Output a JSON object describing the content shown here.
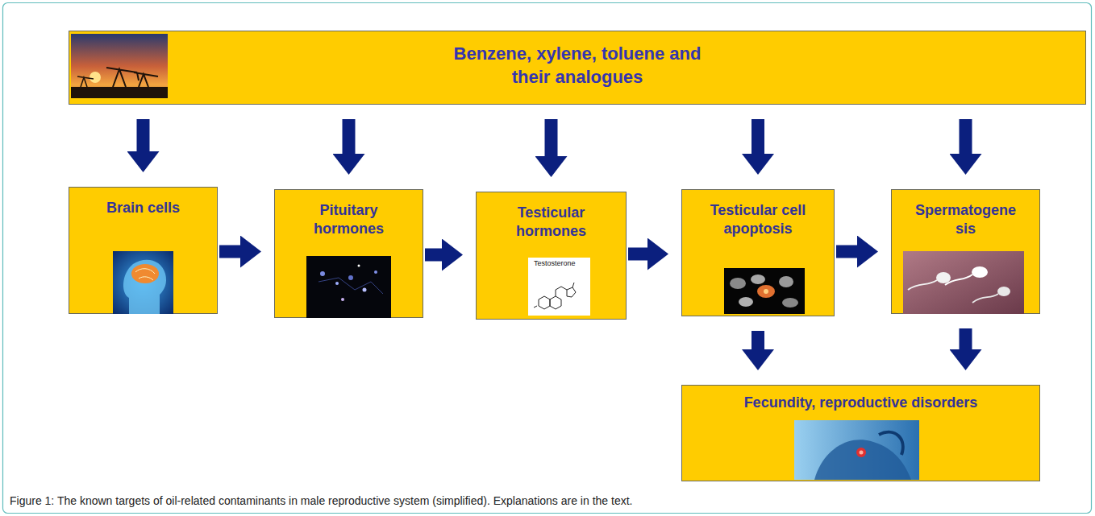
{
  "diagram": {
    "caption": "Figure 1: The known targets of oil-related contaminants in male reproductive system (simplified). Explanations are in the text.",
    "nodes": [
      {
        "text": [
          "Benzene, xylene, toluene and their analogues"
        ]
      },
      {
        "text": [
          "Brain cells"
        ]
      },
      {
        "text": [
          "Pituitary hormones"
        ]
      },
      {
        "text": [
          "Testicular hormones"
        ]
      },
      {
        "text": [
          "Testicular cell apoptosis"
        ]
      },
      {
        "text": [
          "Spermatogene sis"
        ]
      },
      {
        "text": [
          "Fecundity, reproductive disorders"
        ]
      }
    ],
    "edges": [
      {
        "from": 0,
        "to": 1,
        "arrow": "to"
      },
      {
        "from": 0,
        "to": 2,
        "arrow": "to"
      },
      {
        "from": 0,
        "to": 3,
        "arrow": "to"
      },
      {
        "from": 0,
        "to": 4,
        "arrow": "to"
      },
      {
        "from": 0,
        "to": 5,
        "arrow": "to"
      },
      {
        "from": 1,
        "to": 2,
        "arrow": "to"
      },
      {
        "from": 2,
        "to": 3,
        "arrow": "to"
      },
      {
        "from": 3,
        "to": 4,
        "arrow": "to"
      },
      {
        "from": 4,
        "to": 5,
        "arrow": "to"
      },
      {
        "from": 4,
        "to": 6,
        "arrow": "to"
      },
      {
        "from": 5,
        "to": 6,
        "arrow": "to"
      }
    ],
    "labels": [
      "Testosterone"
    ]
  }
}
